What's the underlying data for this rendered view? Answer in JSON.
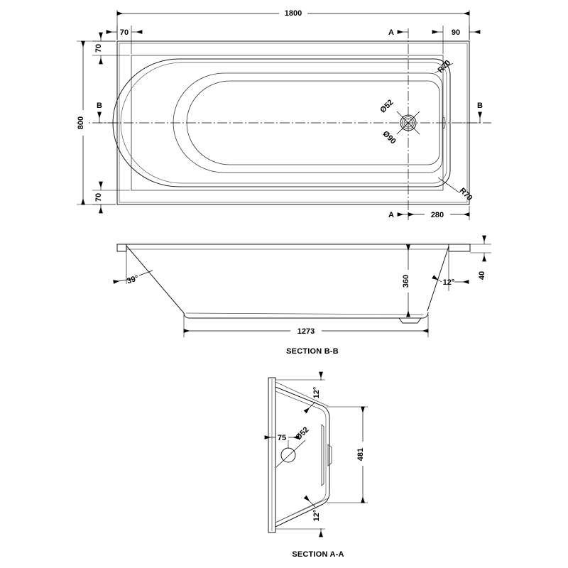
{
  "document": {
    "type": "technical-drawing",
    "subject": "Rectangular single-ended bath",
    "units": "mm"
  },
  "views": {
    "plan": {
      "name": "Plan view",
      "dimensions": {
        "overall_length": "1800",
        "overall_width": "800",
        "rim_left": "70",
        "rim_top": "70",
        "rim_bottom": "70",
        "rim_right": "90",
        "waste_offset_from_end": "280",
        "corner_radius_top": "R70",
        "corner_radius_bottom": "R70",
        "waste_outer_dia": "Ø90",
        "waste_inner_dia": "Ø52"
      },
      "section_markers": {
        "a_top": "A",
        "a_bottom": "A",
        "b_left": "B",
        "b_right": "B"
      }
    },
    "section_bb": {
      "title": "SECTION B-B",
      "dimensions": {
        "inner_base_length": "1273",
        "internal_depth": "360",
        "rim_thickness": "40",
        "left_wall_angle": "39°",
        "right_wall_angle": "12°"
      }
    },
    "section_aa": {
      "title": "SECTION A-A",
      "dimensions": {
        "waste_centre_from_edge": "75",
        "waste_dia": "Ø52",
        "internal_width": "481",
        "top_wall_angle": "12°",
        "bottom_wall_angle": "12°"
      }
    }
  },
  "colors": {
    "line": "#1a1a1a",
    "dimension": "#000000",
    "background": "#ffffff"
  }
}
